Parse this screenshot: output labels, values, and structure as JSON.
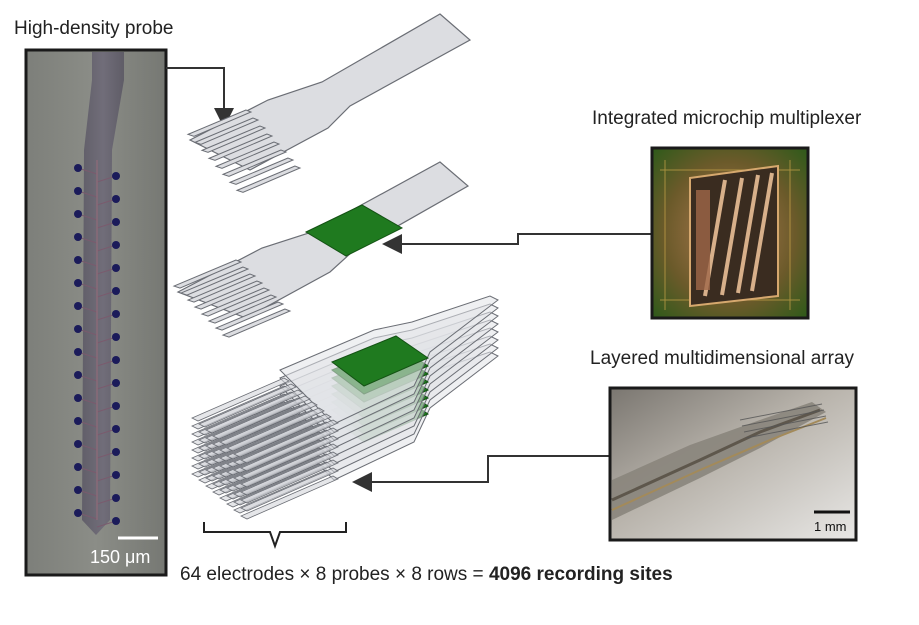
{
  "labels": {
    "high_density_probe": "High-density probe",
    "integrated_mux": "Integrated microchip multiplexer",
    "layered_array": "Layered multidimensional array"
  },
  "scale_bars": {
    "probe": "150 μm",
    "array_photo": "1 mm"
  },
  "equation": {
    "prefix": "64 electrodes × 8 probes × 8 rows = ",
    "total": "4096 recording sites"
  },
  "colors": {
    "chip_green": "#1f7a1f",
    "shank_fill": "#d9dade",
    "outline": "#6b6e75",
    "arrow": "#333333"
  }
}
